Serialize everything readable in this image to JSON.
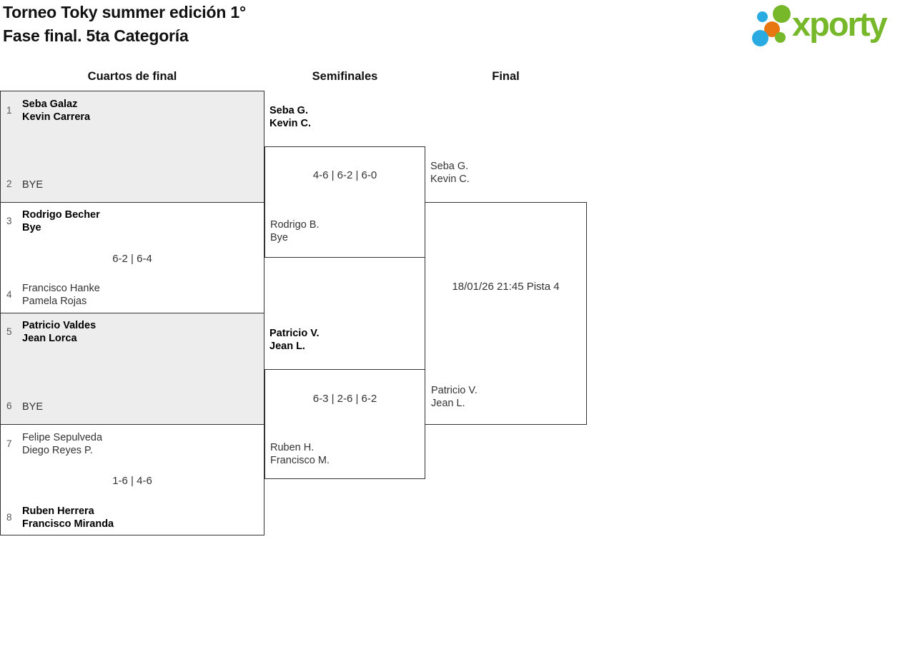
{
  "colors": {
    "accent_green": "#76b82a",
    "logo_blue": "#29abe2",
    "logo_orange": "#e87712",
    "box_grey": "#ededed",
    "border": "#333333"
  },
  "header": {
    "title_line1": "Torneo Toky summer edición 1°",
    "title_line2": "Fase final. 5ta Categoría",
    "logo_text": "xporty"
  },
  "columns": {
    "quarterfinals": "Cuartos de final",
    "semifinals": "Semifinales",
    "final": "Final"
  },
  "quarterfinals": [
    {
      "seed_top": "1",
      "team_top_1": "Seba Galaz",
      "team_top_2": "Kevin Carrera",
      "score": "",
      "seed_bottom": "2",
      "team_bottom_1": "BYE",
      "team_bottom_2": ""
    },
    {
      "seed_top": "3",
      "team_top_1": "Rodrigo Becher",
      "team_top_2": "Bye",
      "score": "6-2 | 6-4",
      "seed_bottom": "4",
      "team_bottom_1": "Francisco Hanke",
      "team_bottom_2": "Pamela Rojas"
    },
    {
      "seed_top": "5",
      "team_top_1": "Patricio Valdes",
      "team_top_2": "Jean Lorca",
      "score": "",
      "seed_bottom": "6",
      "team_bottom_1": "BYE",
      "team_bottom_2": ""
    },
    {
      "seed_top": "7",
      "team_top_1": "Felipe Sepulveda",
      "team_top_2": "Diego Reyes P.",
      "score": "1-6 | 4-6",
      "seed_bottom": "8",
      "team_bottom_1": "Ruben Herrera",
      "team_bottom_2": "Francisco Miranda"
    }
  ],
  "semifinals": [
    {
      "team_top_1": "Seba G.",
      "team_top_2": "Kevin C.",
      "score": "4-6 | 6-2 | 6-0",
      "team_bottom_1": "Rodrigo B.",
      "team_bottom_2": "Bye"
    },
    {
      "team_top_1": "Patricio V.",
      "team_top_2": "Jean L.",
      "score": "6-3 | 2-6 | 6-2",
      "team_bottom_1": "Ruben H.",
      "team_bottom_2": "Francisco M."
    }
  ],
  "final": {
    "team_top_1": "Seba G.",
    "team_top_2": "Kevin C.",
    "match_info": "18/01/26 21:45 Pista 4",
    "team_bottom_1": "Patricio V.",
    "team_bottom_2": "Jean L."
  }
}
